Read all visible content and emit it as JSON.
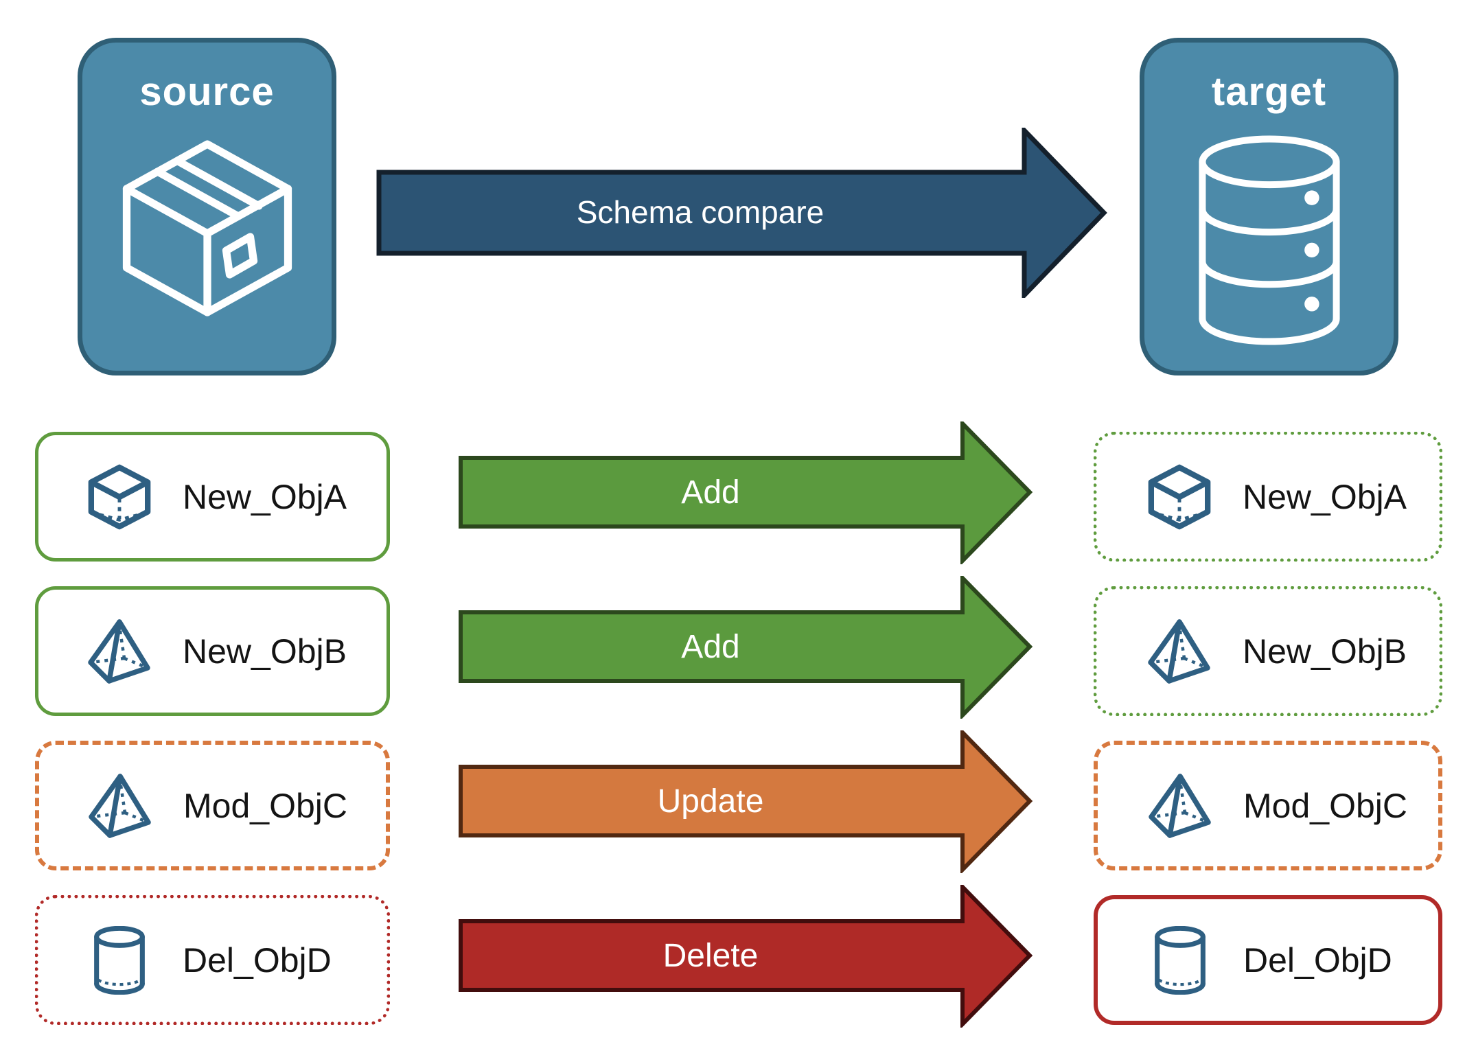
{
  "diagram": {
    "source": {
      "title": "source",
      "icon": "package"
    },
    "target": {
      "title": "target",
      "icon": "database"
    },
    "compare": {
      "label": "Schema compare"
    },
    "rows": [
      {
        "object": "New_ObjA",
        "icon": "cube",
        "action": "Add",
        "source_border": "green-solid",
        "target_border": "green-dotted"
      },
      {
        "object": "New_ObjB",
        "icon": "pyramid",
        "action": "Add",
        "source_border": "green-solid",
        "target_border": "green-dotted"
      },
      {
        "object": "Mod_ObjC",
        "icon": "pyramid",
        "action": "Update",
        "source_border": "orange-dashed",
        "target_border": "orange-dashed"
      },
      {
        "object": "Del_ObjD",
        "icon": "cylinder",
        "action": "Delete",
        "source_border": "red-dotted",
        "target_border": "red-solid"
      }
    ],
    "colors": {
      "node_fill": "#4C8AA9",
      "node_border": "#2F5F76",
      "compare_arrow_fill": "#2C5474",
      "compare_arrow_border": "#14202C",
      "add_arrow_fill": "#5B9A3E",
      "add_arrow_border": "#2C481D",
      "update_arrow_fill": "#D4793F",
      "update_arrow_border": "#512811",
      "delete_arrow_fill": "#AF2A27",
      "delete_arrow_border": "#420D0D",
      "green_border": "#5F9C3E",
      "orange_border": "#D8793F",
      "red_border": "#B12A28",
      "object_icon_blue": "#2E5F82",
      "label_text": "#141414",
      "arrow_text": "#FFFFFF"
    }
  }
}
